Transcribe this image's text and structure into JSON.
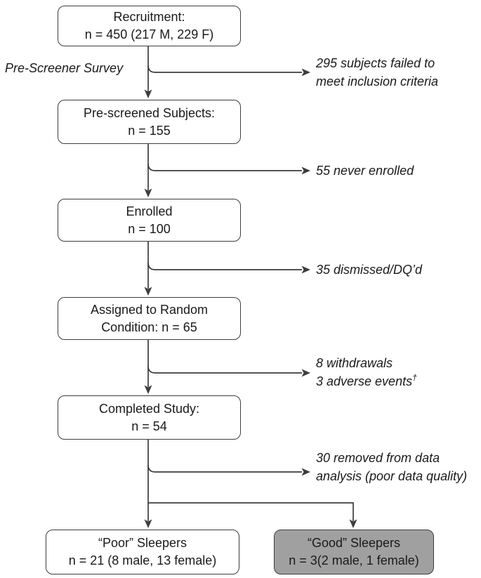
{
  "diagram": {
    "boxes": {
      "recruitment": {
        "line1": "Recruitment:",
        "line2": "n = 450 (217 M, 229 F)"
      },
      "prescreened": {
        "line1": "Pre-screened Subjects:",
        "line2": "n = 155"
      },
      "enrolled": {
        "line1": "Enrolled",
        "line2": "n = 100"
      },
      "assigned": {
        "line1": "Assigned to Random",
        "line2": "Condition: n = 65"
      },
      "completed": {
        "line1": "Completed Study:",
        "line2": "n = 54"
      },
      "poor_sleepers": {
        "line1": "“Poor” Sleepers",
        "line2": "n = 21 (8 male, 13 female)"
      },
      "good_sleepers": {
        "line1": "“Good” Sleepers",
        "line2": "n = 3(2 male, 1 female)"
      }
    },
    "side_labels": {
      "prescreener_survey": "Pre-Screener Survey",
      "excluded1_line1": "295 subjects failed to",
      "excluded1_line2": "meet inclusion criteria",
      "excluded2": "55 never enrolled",
      "excluded3": "35 dismissed/DQ’d",
      "excluded4_line1": "8 withdrawals",
      "excluded4_line2": "3 adverse events",
      "excluded4_dagger": "†",
      "excluded5_line1": "30 removed from data",
      "excluded5_line2": "analysis (poor data quality)"
    },
    "colors": {
      "line": "#3d3d3d",
      "text": "#1a1a1a",
      "box_fill": "#ffffff",
      "good_box_fill": "#a0a0a0"
    }
  }
}
